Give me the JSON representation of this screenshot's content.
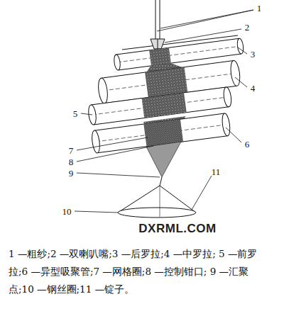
{
  "diagram": {
    "caption": "1 —粗纱;2 —双喇叭嘴;3 —后罗拉;4 —中罗拉; 5 —前罗拉;6 —异型吸聚管;7 —网格圈;8 —控制钳口; 9 —汇聚点;10 —钢丝圈;11 —锭子。",
    "labels": [
      "1",
      "2",
      "3",
      "4",
      "5",
      "6",
      "7",
      "8",
      "9",
      "10",
      "11",
      "DXRML.COM"
    ]
  }
}
